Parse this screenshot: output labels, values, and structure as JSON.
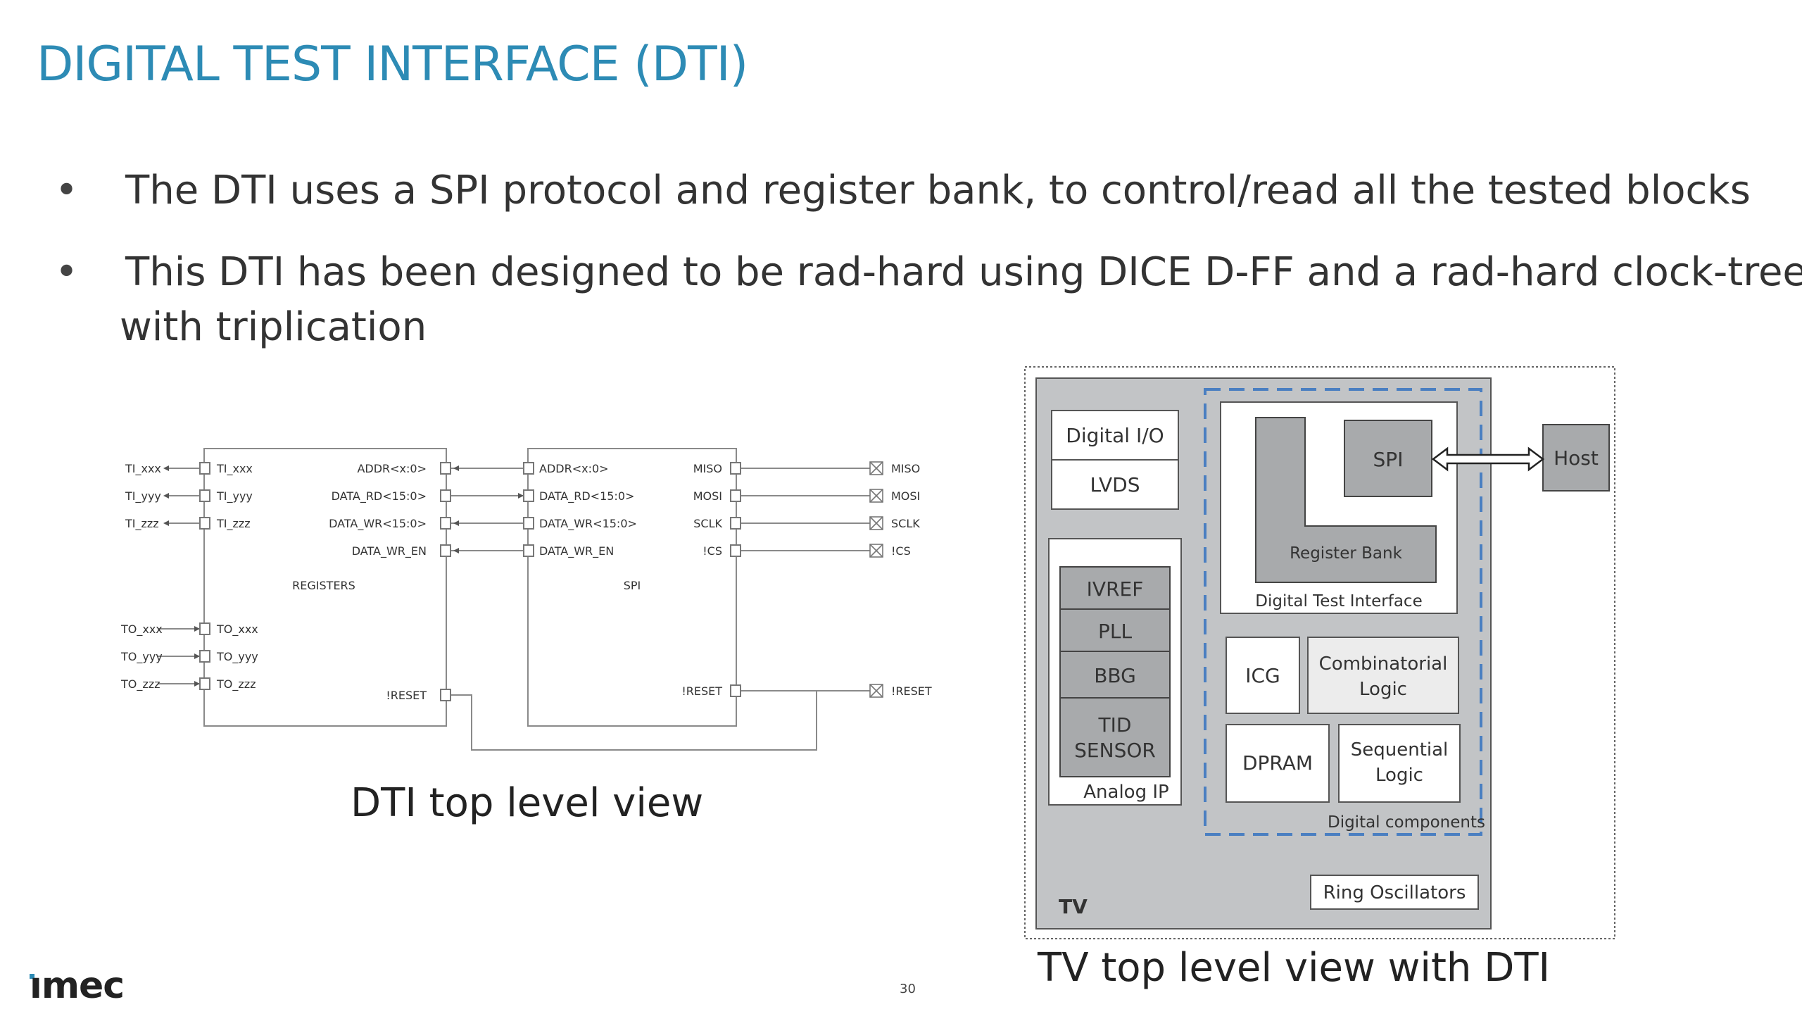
{
  "slide": {
    "title": "DIGITAL TEST INTERFACE (DTI)",
    "bullets": [
      {
        "marker": "•",
        "lines": [
          "The DTI uses a SPI protocol and register bank, to control/read all the tested blocks"
        ]
      },
      {
        "marker": "•",
        "lines": [
          "This DTI has been designed to be rad-hard using DICE D-FF and a rad-hard clock-trees",
          "with triplication"
        ]
      }
    ],
    "page_number": "30",
    "logo_text": "ımec",
    "colors": {
      "title": "#2d8bb5",
      "accent": "#2d8bb5",
      "panel_gray": "#c2c4c6",
      "block_gray": "#a8aaac",
      "dti_border": "#4a7fc1"
    }
  },
  "dti_diagram": {
    "caption": "DTI  top level view",
    "registers_label": "REGISTERS",
    "spi_label": "SPI",
    "registers_left_inputs": [
      "TI_xxx",
      "TI_yyy",
      "TI_zzz"
    ],
    "registers_left_outputs": [
      "TO_xxx",
      "TO_yyy",
      "TO_zzz"
    ],
    "left_external": [
      "TI_xxx",
      "TI_yyy",
      "TI_zzz",
      "TO_xxx",
      "TO_yyy",
      "TO_zzz"
    ],
    "registers_right_ports": [
      "ADDR<x:0>",
      "DATA_RD<15:0>",
      "DATA_WR<15:0>",
      "DATA_WR_EN"
    ],
    "registers_reset": "!RESET",
    "spi_left_ports": [
      "ADDR<x:0>",
      "DATA_RD<15:0>",
      "DATA_WR<15:0>",
      "DATA_WR_EN"
    ],
    "spi_right_ports": [
      "MISO",
      "MOSI",
      "SCLK",
      "!CS"
    ],
    "spi_reset": "!RESET",
    "pins": [
      "MISO",
      "MOSI",
      "SCLK",
      "!CS",
      "!RESET"
    ]
  },
  "tv_diagram": {
    "caption": "TV top level view with DTI",
    "tv_label": "TV",
    "io": [
      "Digital I/O",
      "LVDS"
    ],
    "analog_label": "Analog IP",
    "analog_blocks": [
      "IVREF",
      "PLL",
      "BBG",
      [
        "TID",
        "SENSOR"
      ]
    ],
    "dti_label": "Digital Test Interface",
    "register_bank": "Register Bank",
    "spi": "SPI",
    "host": "Host",
    "icg": "ICG",
    "combinatorial": [
      "Combinatorial",
      "Logic"
    ],
    "dpram": "DPRAM",
    "sequential": [
      "Sequential",
      "Logic"
    ],
    "digital_label": "Digital components",
    "ring_osc": "Ring Oscillators"
  }
}
